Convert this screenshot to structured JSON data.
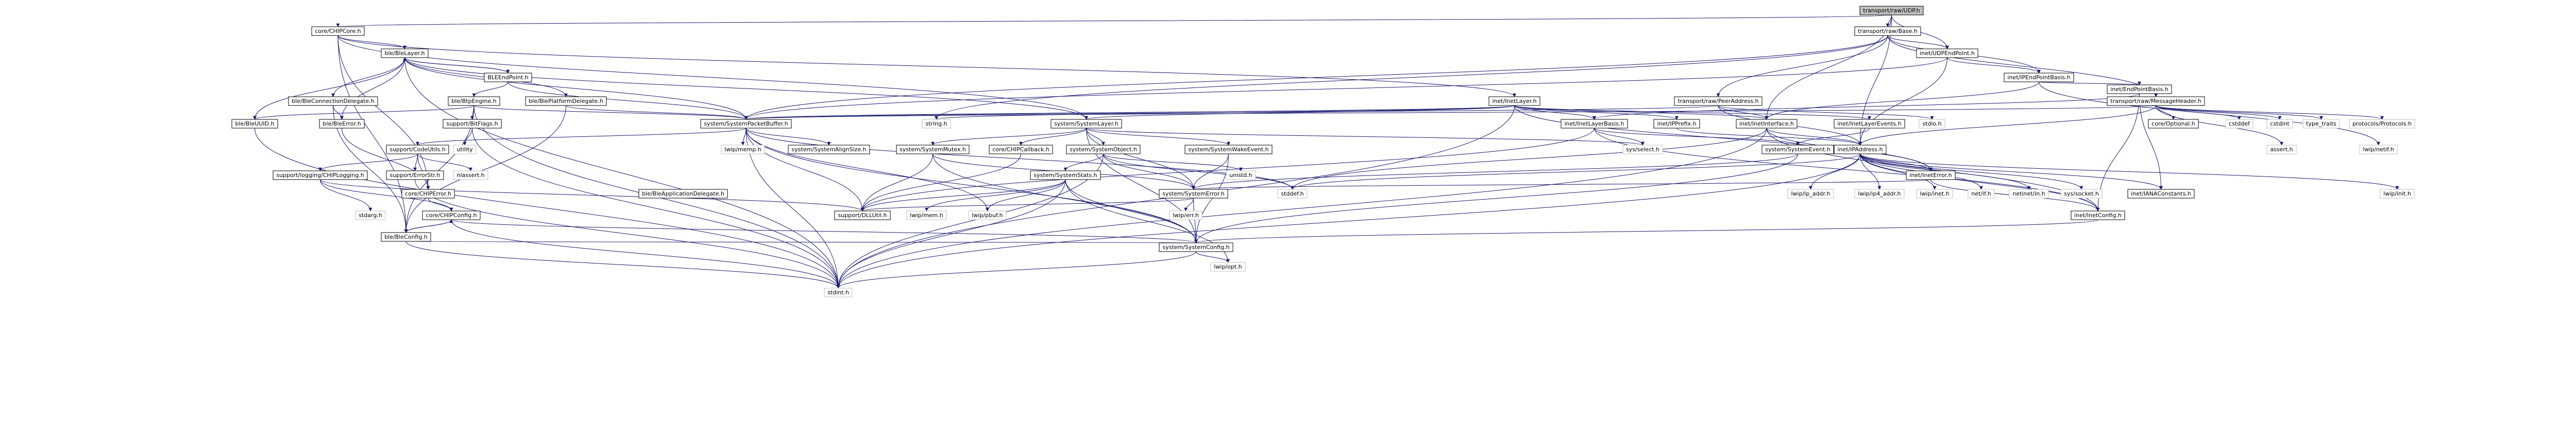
{
  "colors": {
    "edge": "#191970",
    "root_fill": "#bfbfbf",
    "node_border": "#000000",
    "system_border": "#bfbfbf"
  },
  "nodes": [
    {
      "id": "root",
      "label": "transport/raw/UDP.h",
      "kind": "root"
    },
    {
      "id": "chipcore",
      "label": "core/CHIPCore.h",
      "kind": "linked"
    },
    {
      "id": "tbase",
      "label": "transport/raw/Base.h",
      "kind": "linked"
    },
    {
      "id": "blelayer",
      "label": "ble/BleLayer.h",
      "kind": "linked"
    },
    {
      "id": "bleendpoint",
      "label": "BLEEndPoint.h",
      "kind": "linked"
    },
    {
      "id": "blecondel",
      "label": "ble/BleConnectionDelegate.h",
      "kind": "linked"
    },
    {
      "id": "bleplatdel",
      "label": "ble/BlePlatformDelegate.h",
      "kind": "linked"
    },
    {
      "id": "blebtp",
      "label": "ble/BtpEngine.h",
      "kind": "linked"
    },
    {
      "id": "bleuuid",
      "label": "ble/BleUUID.h",
      "kind": "linked"
    },
    {
      "id": "bleerror",
      "label": "ble/BleError.h",
      "kind": "linked"
    },
    {
      "id": "bitflags",
      "label": "support/BitFlags.h",
      "kind": "linked"
    },
    {
      "id": "codeutils",
      "label": "support/CodeUtils.h",
      "kind": "linked"
    },
    {
      "id": "chiplogging",
      "label": "support/logging/CHIPLogging.h",
      "kind": "linked"
    },
    {
      "id": "errorstr",
      "label": "support/ErrorStr.h",
      "kind": "linked"
    },
    {
      "id": "chiperror",
      "label": "core/CHIPError.h",
      "kind": "linked"
    },
    {
      "id": "chipconfig",
      "label": "core/CHIPConfig.h",
      "kind": "linked"
    },
    {
      "id": "bleconfig",
      "label": "ble/BleConfig.h",
      "kind": "linked"
    },
    {
      "id": "bleappdel",
      "label": "ble/BleApplicationDelegate.h",
      "kind": "linked"
    },
    {
      "id": "syspktbuf",
      "label": "system/SystemPacketBuffer.h",
      "kind": "linked"
    },
    {
      "id": "syslayer",
      "label": "system/SystemLayer.h",
      "kind": "linked"
    },
    {
      "id": "sysalign",
      "label": "system/SystemAlignSize.h",
      "kind": "linked"
    },
    {
      "id": "sysmutex",
      "label": "system/SystemMutex.h",
      "kind": "linked"
    },
    {
      "id": "syscallback",
      "label": "core/CHIPCallback.h",
      "kind": "linked"
    },
    {
      "id": "sysobject",
      "label": "system/SystemObject.h",
      "kind": "linked"
    },
    {
      "id": "syswake",
      "label": "system/SystemWakeEvent.h",
      "kind": "linked"
    },
    {
      "id": "sysstats",
      "label": "system/SystemStats.h",
      "kind": "linked"
    },
    {
      "id": "syserror",
      "label": "system/SystemError.h",
      "kind": "linked"
    },
    {
      "id": "sysevent",
      "label": "system/SystemEvent.h",
      "kind": "linked"
    },
    {
      "id": "sysconfig",
      "label": "system/SystemConfig.h",
      "kind": "linked"
    },
    {
      "id": "dlllist",
      "label": "support/DLLUtil.h",
      "kind": "linked"
    },
    {
      "id": "inetlayer",
      "label": "inet/InetLayer.h",
      "kind": "linked"
    },
    {
      "id": "inetlayerbasis",
      "label": "inet/InetLayerBasis.h",
      "kind": "linked"
    },
    {
      "id": "inetprefix",
      "label": "inet/IPPrefix.h",
      "kind": "linked"
    },
    {
      "id": "inetiface",
      "label": "inet/InetInterface.h",
      "kind": "linked"
    },
    {
      "id": "inetevents",
      "label": "inet/InetLayerEvents.h",
      "kind": "linked"
    },
    {
      "id": "ipaddress",
      "label": "inet/IPAddress.h",
      "kind": "linked"
    },
    {
      "id": "ineterror",
      "label": "inet/InetError.h",
      "kind": "linked"
    },
    {
      "id": "inetconfig",
      "label": "inet/InetConfig.h",
      "kind": "linked"
    },
    {
      "id": "ianaconst",
      "label": "inet/IANAConstants.h",
      "kind": "linked"
    },
    {
      "id": "udpendpoint",
      "label": "inet/UDPEndPoint.h",
      "kind": "linked"
    },
    {
      "id": "ipendpointbasis",
      "label": "inet/IPEndPointBasis.h",
      "kind": "linked"
    },
    {
      "id": "endpointbasis",
      "label": "inet/EndPointBasis.h",
      "kind": "linked"
    },
    {
      "id": "peeraddr",
      "label": "transport/raw/PeerAddress.h",
      "kind": "linked"
    },
    {
      "id": "msgheader",
      "label": "transport/raw/MessageHeader.h",
      "kind": "linked"
    },
    {
      "id": "optional",
      "label": "core/Optional.h",
      "kind": "linked"
    },
    {
      "id": "string_h",
      "label": "string.h",
      "kind": "system"
    },
    {
      "id": "utility",
      "label": "utility",
      "kind": "system"
    },
    {
      "id": "stdint",
      "label": "stdint.h",
      "kind": "system"
    },
    {
      "id": "stdarg",
      "label": "stdarg.h",
      "kind": "system"
    },
    {
      "id": "nlassert",
      "label": "nlassert.h",
      "kind": "system"
    },
    {
      "id": "nlmemp",
      "label": "lwip/memp.h",
      "kind": "system"
    },
    {
      "id": "lwipmem",
      "label": "lwip/mem.h",
      "kind": "system"
    },
    {
      "id": "lwippbuf",
      "label": "lwip/pbuf.h",
      "kind": "system"
    },
    {
      "id": "lwipopt",
      "label": "lwip/opt.h",
      "kind": "system"
    },
    {
      "id": "lwiperr",
      "label": "lwip/err.h",
      "kind": "system"
    },
    {
      "id": "stddef",
      "label": "stddef.h",
      "kind": "system"
    },
    {
      "id": "uintstd",
      "label": "unistd.h",
      "kind": "system"
    },
    {
      "id": "sysselect",
      "label": "sys/select.h",
      "kind": "system"
    },
    {
      "id": "stdio",
      "label": "stdio.h",
      "kind": "system"
    },
    {
      "id": "cstddef",
      "label": "cstddef",
      "kind": "system"
    },
    {
      "id": "cstdint",
      "label": "cstdint",
      "kind": "system"
    },
    {
      "id": "typetraits",
      "label": "type_traits",
      "kind": "system"
    },
    {
      "id": "protocols",
      "label": "protocols/Protocols.h",
      "kind": "system"
    },
    {
      "id": "assert",
      "label": "assert.h",
      "kind": "system"
    },
    {
      "id": "lwipip",
      "label": "lwip/ip_addr.h",
      "kind": "system"
    },
    {
      "id": "lwipip4",
      "label": "lwip/ip4_addr.h",
      "kind": "system"
    },
    {
      "id": "lwipinet",
      "label": "lwip/inet.h",
      "kind": "system"
    },
    {
      "id": "netif",
      "label": "net/if.h",
      "kind": "system"
    },
    {
      "id": "netinetin",
      "label": "netinet/in.h",
      "kind": "system"
    },
    {
      "id": "syssocket",
      "label": "sys/socket.h",
      "kind": "system"
    },
    {
      "id": "lwipnetif",
      "label": "lwip/netif.h",
      "kind": "system"
    },
    {
      "id": "lwipinit",
      "label": "lwip/init.h",
      "kind": "system"
    }
  ]
}
